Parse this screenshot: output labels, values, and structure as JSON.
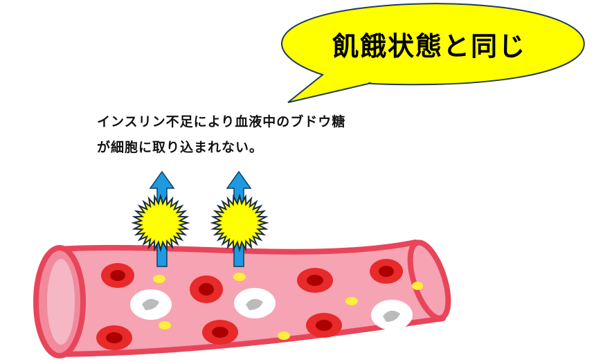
{
  "bubble": {
    "text": "飢餓状態と同じ",
    "fill": "#ffff00",
    "stroke": "#1f3a5a"
  },
  "caption": {
    "line1": "インスリン不足により血液中のブドウ糖",
    "line2": "が細胞に取り込まれない。"
  },
  "colors": {
    "vessel": "#f7a0b0",
    "vessel_edge": "#e8455a",
    "arrow": "#1e9be0",
    "glucose": "#ffff00",
    "red_cell": "#e02020",
    "white_cell": "#ffffff"
  }
}
